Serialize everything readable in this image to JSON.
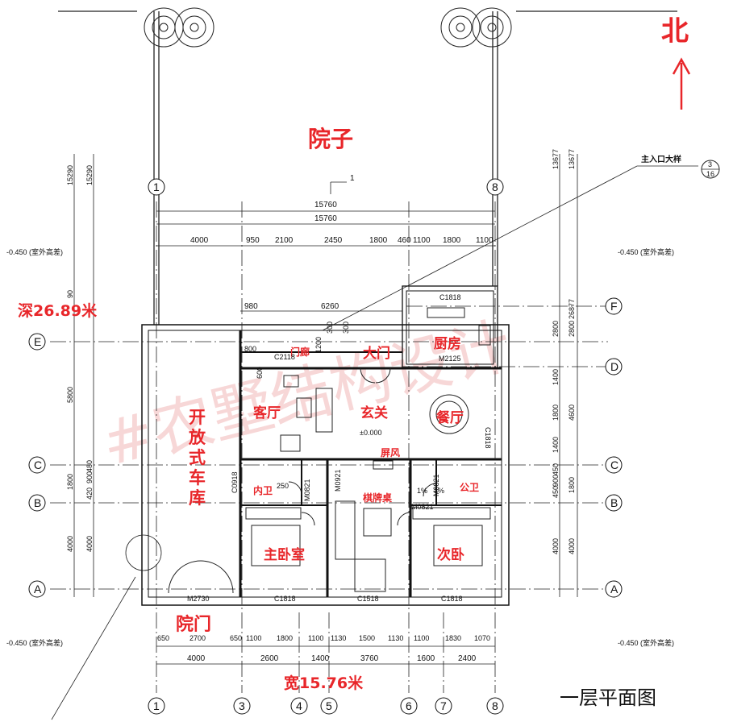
{
  "labels": {
    "north": "北",
    "courtyard": "院子",
    "entrance_steps": "主入口大样",
    "detail_ref_top": "3",
    "detail_ref_bottom": "16",
    "section_mark": "1",
    "depth": "深26.89米",
    "width": "宽15.76米",
    "yard_gate": "院门",
    "title": "一层平面图",
    "watermark": "#农墅结构设计",
    "level_outdoor": "-0.450 (室外高差)",
    "level_zero": "±0.000"
  },
  "rooms": {
    "garage": "开放式车库",
    "living": "客厅",
    "foyer": "玄关",
    "dining": "餐厅",
    "kitchen": "厨房",
    "corridor": "门廊",
    "door_main": "大门",
    "bath_inner": "内卫",
    "bath_public": "公卫",
    "screen": "屏风",
    "chess": "棋牌桌",
    "master": "主卧室",
    "second": "次卧"
  },
  "axes": {
    "x": [
      "1",
      "3",
      "4",
      "5",
      "6",
      "7",
      "8"
    ],
    "y": [
      "A",
      "B",
      "C",
      "D",
      "E",
      "F"
    ]
  },
  "dims": {
    "total_w_1": "15760",
    "total_w_2": "15760",
    "top_row": [
      "4000",
      "950",
      "2100",
      "2450",
      "1800",
      "460",
      "1100",
      "1800",
      "1100"
    ],
    "corr_row": [
      "980",
      "6260"
    ],
    "bottom_row1": [
      "650",
      "2700",
      "650",
      "1100",
      "1800",
      "1100",
      "1130",
      "1500",
      "1130",
      "1100",
      "1830",
      "1070"
    ],
    "bottom_row2": [
      "4000",
      "2600",
      "1400",
      "3760",
      "1600",
      "2400"
    ],
    "left_v": [
      "15290",
      "15290",
      "90",
      "5800",
      "1800",
      "420",
      "900",
      "480",
      "4000",
      "4000"
    ],
    "right_v": [
      "13677",
      "13677",
      "26877",
      "2800",
      "2800",
      "1400",
      "1800",
      "4600",
      "1400",
      "450",
      "900",
      "450",
      "1800",
      "4000",
      "4000"
    ],
    "misc": [
      "800",
      "1200",
      "300",
      "300",
      "600",
      "250",
      "1%",
      "1%"
    ]
  },
  "codes": {
    "c1818_top": "C1818",
    "c2118": "C2118",
    "m2125": "M2125",
    "c1818_right": "C1818",
    "c0918": "C0918",
    "m0821_a": "M0821",
    "m0921": "M0921",
    "m0821_b": "M0821",
    "m0821_c": "M0821",
    "m2730": "M2730",
    "c1818_bl": "C1818",
    "c1518": "C1518",
    "c1818_br": "C1818"
  }
}
